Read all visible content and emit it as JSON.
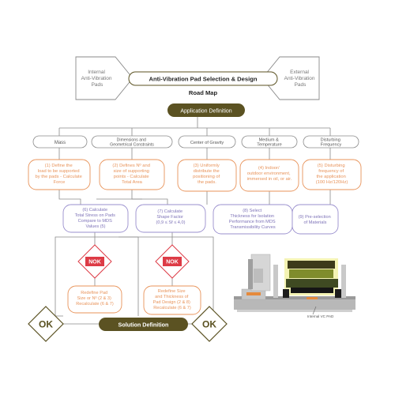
{
  "header": {
    "left_arrow": [
      "Internal",
      "Anti-Vibration",
      "Pads"
    ],
    "title": "Anti-Vibration Pad Selection & Design",
    "subtitle": "Road Map",
    "right_arrow": [
      "External",
      "Anti-Vibration",
      "Pads"
    ]
  },
  "application_definition": "Application Definition",
  "categories": [
    [
      "Mass"
    ],
    [
      "Dimensions and",
      "Geometrical Constraints"
    ],
    [
      "Center of Gravity"
    ],
    [
      "Medium &",
      "Temperature"
    ],
    [
      "Disturbing",
      "Frequency"
    ]
  ],
  "definitions": [
    [
      "(1) Define the",
      "load to be supported",
      "by the pads - Calculate",
      "Force"
    ],
    [
      "(2) Defines Nº and",
      "size of supporting",
      "points - Calculate",
      "Total Area"
    ],
    [
      "(3) Uniformly",
      "distribute the",
      "positioning of",
      "the pads."
    ],
    [
      "(4) Indoor/",
      "outdoor environment,",
      "immersed in oil, or air."
    ],
    [
      "(5) Disturbing",
      "frequency of",
      "the application",
      "(100 Hz/120Hz)"
    ]
  ],
  "calculations": {
    "stress": [
      "(6) Calculate",
      "Total Stress on Pads",
      "Compare to MDS",
      "Values (5)"
    ],
    "shape_factor": [
      "(7) Calculate",
      "Shape Factor",
      "(0,9 ≤ Sf ≤ 4,0)"
    ],
    "thickness": [
      "(8) Select",
      "Thickness for Isolation",
      "Performance from MDS",
      "Transmissibility Curves"
    ],
    "materials": [
      "(9) Pre-selection",
      "of Materials"
    ]
  },
  "nok_label": "NOK",
  "redefine": {
    "left": [
      "Redefine Pad",
      "Size or Nº (2 & 3)",
      "Recalculate (6 & 7)"
    ],
    "right": [
      "Redefine Size",
      "and Thickness of",
      "Pad Design (2 & 8)",
      "Recalculate (6 & 7)"
    ]
  },
  "ok_label": "OK",
  "solution_definition": "Solution Definition",
  "image_caption": "Internal VC PAD",
  "colors": {
    "olive": "#5b5222",
    "orange": "#e8935a",
    "purple": "#9a8fce",
    "red": "#dd3b46",
    "gray": "#777777"
  }
}
